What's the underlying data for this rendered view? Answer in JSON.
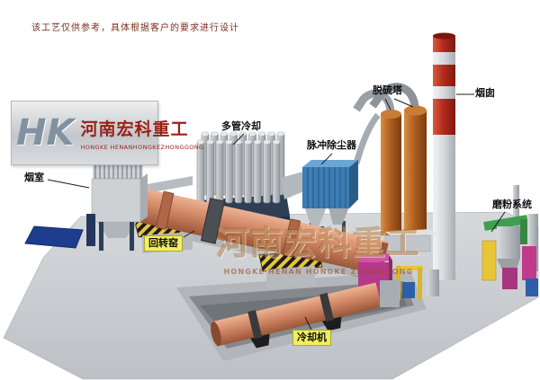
{
  "disclaimer": "该工艺仅供参考，具体根据客户的要求进行设计",
  "logo": {
    "monogram": "HK",
    "name_cn": "河南宏科重工",
    "name_en": "HONGKE HENANHONGKEZHONGGONG"
  },
  "watermark": {
    "cn": "河南宏科重工",
    "en": "HONGKE HENAN HONGKE ZHONGGONG"
  },
  "labels": {
    "smoke_chamber": "烟室",
    "multi_tube_cooler": "多管冷却",
    "pulse_dust_collector": "脉冲除尘器",
    "desulfurization_tower": "脱硫塔",
    "chimney": "烟囱",
    "grinding_system": "磨粉系统",
    "rotary_kiln": "回转窑",
    "cooling_machine": "冷却机"
  },
  "colors": {
    "kiln_salmon": "#cf8261",
    "collector_blue": "#3c7db3",
    "tower_rust": "#aa5c1e",
    "chimney_red": "#b32b1d",
    "hazard_yellow": "#e8c437",
    "label_highlight": "#f2ee5e",
    "platform_gray": "#c9cdd1",
    "frame_navy": "#2e3f55",
    "pad_blue": "#1e3d8f",
    "hood_magenta": "#b5388a",
    "pipe_green": "#3f9e4f"
  }
}
